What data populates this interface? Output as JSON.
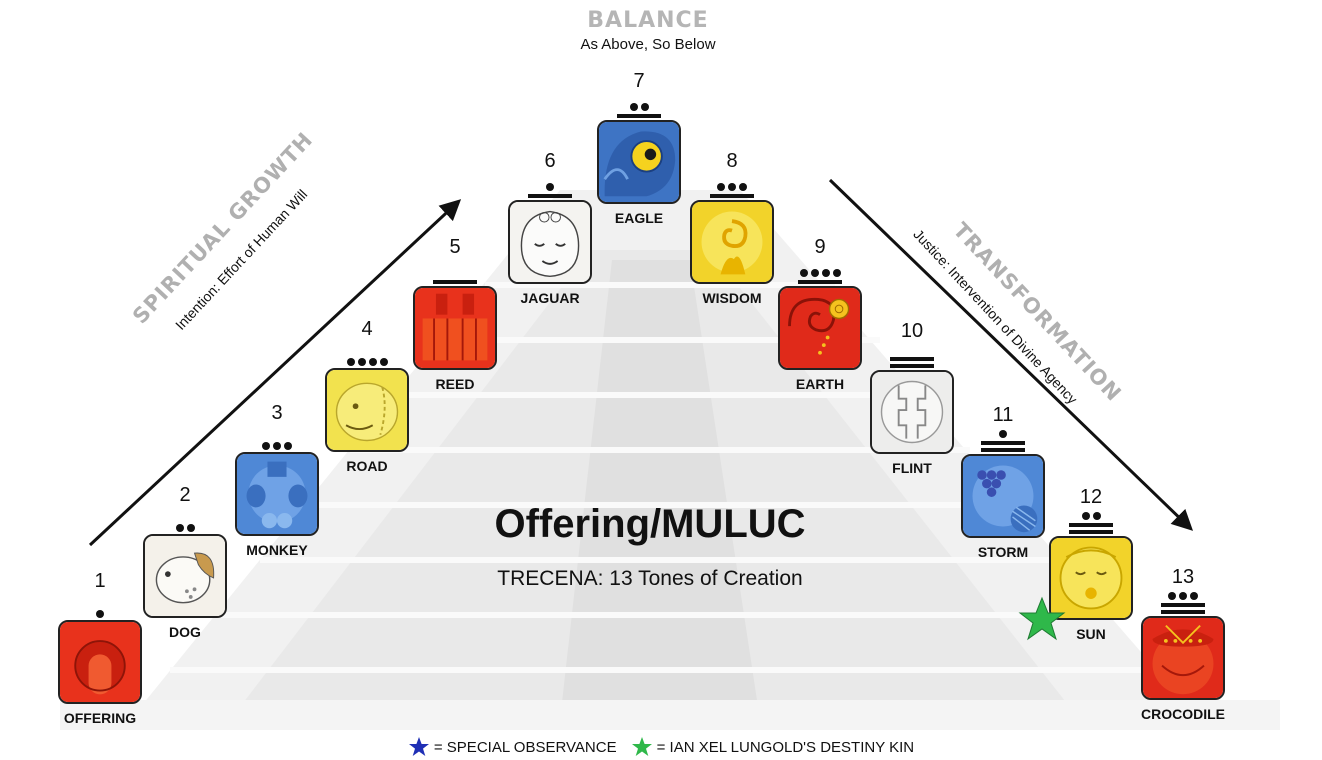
{
  "header": {
    "title": "BALANCE",
    "subtitle": "As Above, So Below"
  },
  "left_side": {
    "title": "SPIRITUAL GROWTH",
    "subtitle": "Intention: Effort of Human Will"
  },
  "right_side": {
    "title": "TRANSFORMATION",
    "subtitle": "Justice: Intervention of Divine Agency"
  },
  "center": {
    "title": "Offering/MULUC",
    "subtitle": "TRECENA: 13 Tones of Creation"
  },
  "tones": [
    {
      "number": "1",
      "name": "OFFERING",
      "dots": 1,
      "bars": 0,
      "color": "#e8321c"
    },
    {
      "number": "2",
      "name": "DOG",
      "dots": 2,
      "bars": 0,
      "color": "#f4f1ea"
    },
    {
      "number": "3",
      "name": "MONKEY",
      "dots": 3,
      "bars": 0,
      "color": "#4f88d6"
    },
    {
      "number": "4",
      "name": "ROAD",
      "dots": 4,
      "bars": 0,
      "color": "#f2e24e"
    },
    {
      "number": "5",
      "name": "REED",
      "dots": 0,
      "bars": 1,
      "color": "#e8321c"
    },
    {
      "number": "6",
      "name": "JAGUAR",
      "dots": 1,
      "bars": 1,
      "color": "#f4f3f0"
    },
    {
      "number": "7",
      "name": "EAGLE",
      "dots": 2,
      "bars": 1,
      "color": "#3e74c4"
    },
    {
      "number": "8",
      "name": "WISDOM",
      "dots": 3,
      "bars": 1,
      "color": "#f2d32a"
    },
    {
      "number": "9",
      "name": "EARTH",
      "dots": 4,
      "bars": 1,
      "color": "#e02a1a"
    },
    {
      "number": "10",
      "name": "FLINT",
      "dots": 0,
      "bars": 2,
      "color": "#ededec"
    },
    {
      "number": "11",
      "name": "STORM",
      "dots": 1,
      "bars": 2,
      "color": "#4f88d6"
    },
    {
      "number": "12",
      "name": "SUN",
      "dots": 2,
      "bars": 2,
      "color": "#f2d32a"
    },
    {
      "number": "13",
      "name": "CROCODILE",
      "dots": 3,
      "bars": 2,
      "color": "#e02a1a"
    }
  ],
  "legend": [
    {
      "icon": "blue-star-icon",
      "color": "#1f2fb5",
      "label": "= SPECIAL OBSERVANCE"
    },
    {
      "icon": "green-star-icon",
      "color": "#2fb84a",
      "label": "= IAN XEL LUNGOLD'S DESTINY KIN"
    }
  ],
  "destiny_marker": {
    "icon": "green-star-icon",
    "color": "#2fb84a",
    "tone": "12"
  }
}
